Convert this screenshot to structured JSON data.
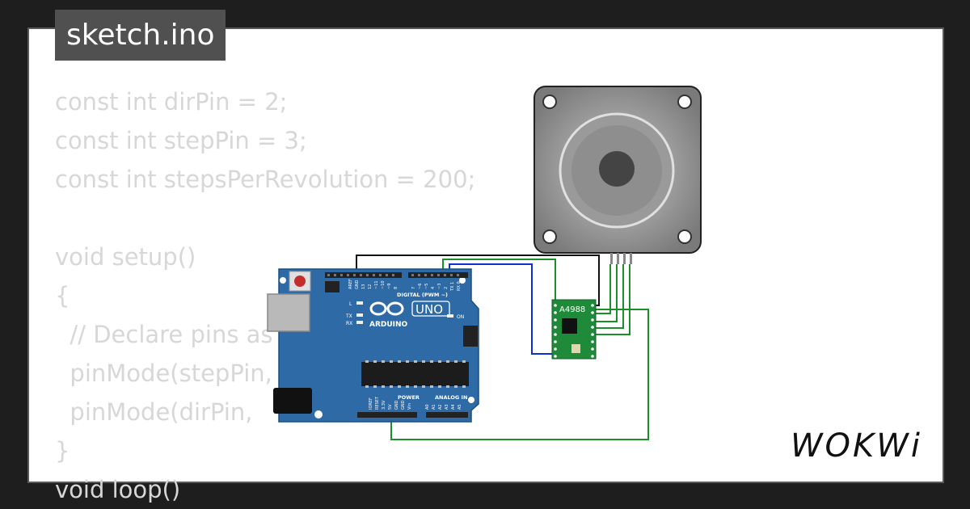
{
  "editor": {
    "file_name": "sketch.ino",
    "code_lines": [
      "const int dirPin = 2;",
      "const int stepPin = 3;",
      "const int stepsPerRevolution = 200;",
      "",
      "void setup()",
      "{",
      "  // Declare pins as",
      "  pinMode(stepPin,",
      "  pinMode(dirPin,",
      "}",
      "void loop()"
    ]
  },
  "circuit": {
    "board": {
      "brand": "ARDUINO",
      "model": "UNO",
      "digital_label": "DIGITAL (PWM ~)",
      "power_label": "POWER",
      "analog_label": "ANALOG IN",
      "led_labels": [
        "L",
        "TX",
        "RX",
        "ON"
      ],
      "top_pin_labels": [
        "AREF",
        "GND",
        "13",
        "12",
        "~11",
        "~10",
        "~9",
        "8",
        "7",
        "~6",
        "~5",
        "4",
        "~3",
        "2",
        "TX 1",
        "RX 0"
      ],
      "power_pin_labels": [
        "IOREF",
        "RESET",
        "3.3V",
        "5V",
        "GND",
        "GND",
        "Vin"
      ],
      "analog_pin_labels": [
        "A0",
        "A1",
        "A2",
        "A3",
        "A4",
        "A5"
      ]
    },
    "driver": {
      "label": "A4988"
    }
  },
  "brand": {
    "logo_text": "WOKWi"
  },
  "colors": {
    "background": "#1e1e1e",
    "card": "#ffffff",
    "tab": "#505050",
    "code_text": "#d7d7d7",
    "board_blue": "#2e6aa6",
    "driver_green": "#1f8a3a",
    "wire_black": "#111111",
    "wire_green": "#1a8f2a",
    "wire_blue": "#1030d0"
  }
}
